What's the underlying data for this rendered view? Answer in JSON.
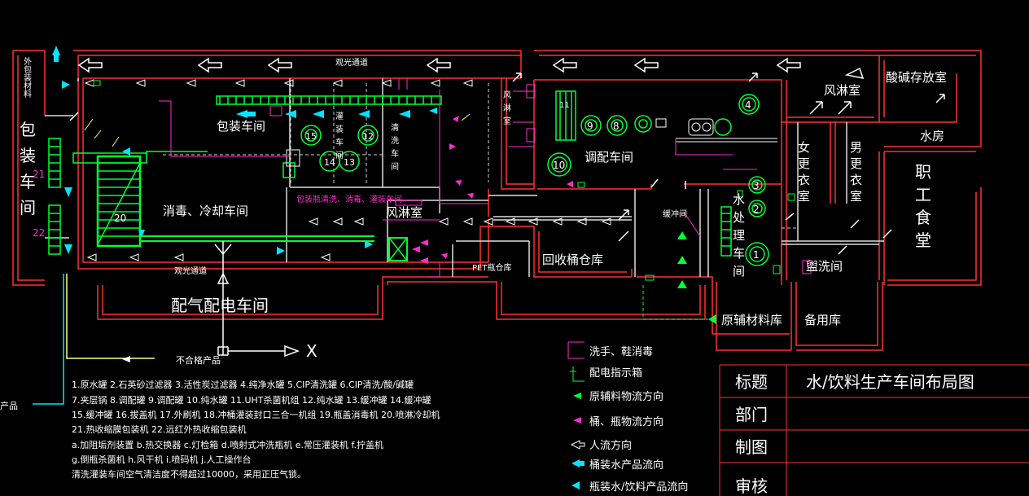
{
  "colors": {
    "wall": "#e8e8e8",
    "red": "#ff3030",
    "green": "#00ff33",
    "magenta": "#ff2bd0",
    "cyan": "#00e5ff",
    "yellow": "#ffff55",
    "bg": "#000000"
  },
  "rooms": {
    "packing_workshop_left": [
      "包",
      "装",
      "车",
      "间"
    ],
    "outer_packing_material": "外包装材料",
    "viewing_corridor_top": "观光通道",
    "viewing_corridor_bottom": "观光通道",
    "packing_room": "包装车间",
    "filling_col": [
      "灌",
      "装",
      "车",
      "间"
    ],
    "washing_col": [
      "清",
      "洗",
      "车",
      "间"
    ],
    "air_shower_col": [
      "风",
      "淋",
      "室"
    ],
    "blending_workshop": "调配车间",
    "disinfect_cooling": "消毒、冷却车间",
    "bottle_wash_label": "包装瓶清洗、消毒、灌装车间",
    "air_shower_mid": "风淋室",
    "pet_warehouse": "PET瓶仓库",
    "recycle_warehouse": "回收桶仓库",
    "buffer_room": "缓冲间",
    "water_treatment": [
      "水",
      "处",
      "理",
      "车",
      "间"
    ],
    "female_locker": [
      "女",
      "更",
      "衣",
      "室"
    ],
    "male_locker": [
      "男",
      "更",
      "衣",
      "室"
    ],
    "air_shower_right": "风淋室",
    "acid_storage": "酸碱存放室",
    "water_room": "水房",
    "canteen": [
      "职",
      "工",
      "食",
      "堂"
    ],
    "washroom": "盥洗间",
    "raw_materials": "原辅材料库",
    "spare_warehouse": "备用库",
    "gas_power": "配气配电车间",
    "rejects": "不合格产品",
    "product_left": "产品"
  },
  "equipment_numbers": [
    "1",
    "2",
    "3",
    "4",
    "8",
    "9",
    "10",
    "11",
    "12",
    "13",
    "14",
    "15",
    "20",
    "21",
    "22"
  ],
  "notes": [
    "1.原水罐 2.石英砂过滤器 3.活性炭过滤器 4.纯净水罐 5.CIP清洗罐 6.CIP清洗/酸/碱罐",
    "7.夹层锅 8.调配罐 9.调配罐 10.纯水罐 11.UHT杀菌机组 12.纯水罐 13.缓冲罐 14.缓冲罐",
    "15.缓冲罐 16.拔盖机 17.外刷机 18.冲桶灌装封口三合一机组 19.瓶盖消毒机 20.喷淋冷却机",
    "21.热收缩膜包装机 22.远红外热收缩包装机",
    "a.加阻垢剂装置 b.热交换器 c.灯检箱 d.喷射式冲洗瓶机 e.常压灌装机 f.拧盖机",
    "g.倒瓶杀菌机 h.风干机 i.喷码机 j.人工操作台",
    "清洗灌装车间空气清洁度不得超过10000，采用正压气锁。"
  ],
  "legend": [
    {
      "icon": "magenta-box-icon",
      "label": "洗手、鞋消毒"
    },
    {
      "icon": "power-box-icon",
      "label": "配电指示箱"
    },
    {
      "icon": "green-arrow-icon",
      "label": "原辅料物流方向"
    },
    {
      "icon": "magenta-arrow-icon",
      "label": "桶、瓶物流方向"
    },
    {
      "icon": "hollow-arrow-icon",
      "label": "人流方向"
    },
    {
      "icon": "cyan-arrow-icon",
      "label": "桶装水产品流向"
    },
    {
      "icon": "cyan-arrow-icon",
      "label": "瓶装水/饮料产品流向"
    }
  ],
  "title_block": {
    "title_label": "标题",
    "title_value": "水/饮料生产车间布局图",
    "dept_label": "部门",
    "dept_value": "",
    "drawn_label": "制图",
    "drawn_value": "",
    "review_label": "审核",
    "review_value": ""
  },
  "axis_mark": "X"
}
